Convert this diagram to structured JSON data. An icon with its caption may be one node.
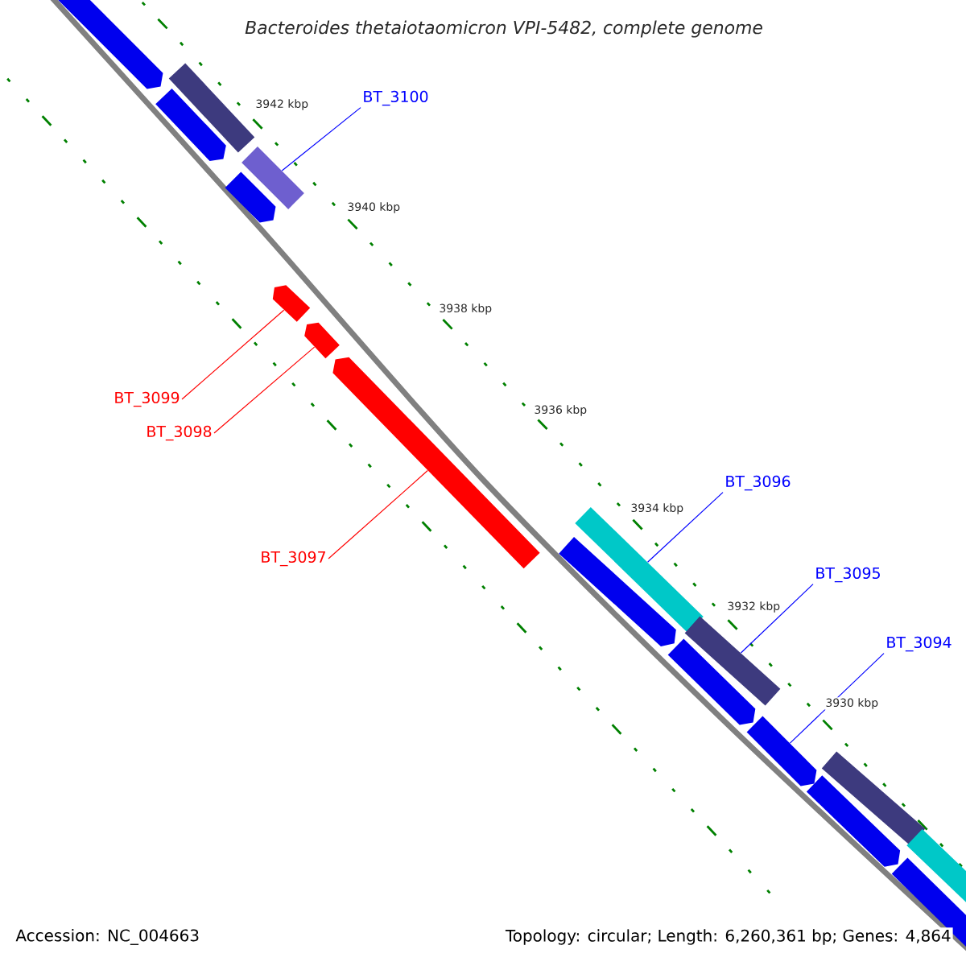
{
  "diagram": {
    "title": "Bacteroides thetaiotaomicron VPI-5482, complete genome",
    "nodes": [
      {
        "text": [
          "BT_3100"
        ]
      },
      {
        "text": [],
        "shape": "bar"
      },
      {
        "text": [
          "BT_3099"
        ]
      },
      {
        "text": [],
        "shape": "arrow"
      },
      {
        "text": [
          "BT_3098"
        ]
      },
      {
        "text": [],
        "shape": "arrow"
      },
      {
        "text": [
          "BT_3097"
        ]
      },
      {
        "text": [],
        "shape": "arrow"
      },
      {
        "text": [
          "BT_3096"
        ]
      },
      {
        "text": [],
        "shape": "bar"
      },
      {
        "text": [
          "BT_3095"
        ]
      },
      {
        "text": [],
        "shape": "bar"
      },
      {
        "text": [
          "BT_3094"
        ]
      },
      {
        "text": [],
        "shape": "arrow"
      },
      {
        "text": [],
        "shape": "arrow"
      },
      {
        "text": [],
        "shape": "arrow"
      },
      {
        "text": [],
        "shape": "arrow"
      },
      {
        "text": [],
        "shape": "arrow"
      },
      {
        "text": [],
        "shape": "arrow"
      },
      {
        "text": [],
        "shape": "arrow"
      },
      {
        "text": [],
        "shape": "arrow"
      },
      {
        "text": [],
        "shape": "bar"
      },
      {
        "text": [],
        "shape": "bar"
      },
      {
        "text": [],
        "shape": "bar"
      }
    ],
    "edges": [
      {
        "from": 0,
        "to": 1,
        "arrow": "none"
      },
      {
        "from": 2,
        "to": 3,
        "arrow": "none",
        "color": "#ff0000"
      },
      {
        "from": 4,
        "to": 5,
        "arrow": "none",
        "color": "#ff0000"
      },
      {
        "from": 6,
        "to": 7,
        "arrow": "none",
        "color": "#ff0000"
      },
      {
        "from": 8,
        "to": 9,
        "arrow": "none"
      },
      {
        "from": 10,
        "to": 11,
        "arrow": "none"
      },
      {
        "from": 12,
        "to": 13,
        "arrow": "none"
      }
    ],
    "labels": [
      "3942 kbp",
      "3940 kbp",
      "3938 kbp",
      "3936 kbp",
      "3934 kbp",
      "3932 kbp",
      "3930 kbp",
      "Accession: NC_004663",
      "Topology: circular; Length: 6,260,361 bp; Genes: 4,864"
    ]
  }
}
